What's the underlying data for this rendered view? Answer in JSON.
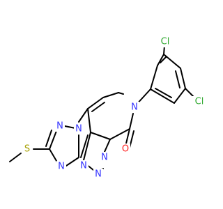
{
  "colors": {
    "carbon_bond": "#000000",
    "nitrogen": "#3333ff",
    "oxygen": "#ff2020",
    "sulfur": "#a6a000",
    "chlorine": "#2ea82e",
    "background": "#ffffff"
  },
  "atoms": [
    {
      "id": "Cl1",
      "label": "Cl",
      "element": "chlorine"
    },
    {
      "id": "Cl2",
      "label": "Cl",
      "element": "chlorine"
    },
    {
      "id": "N7",
      "label": "N",
      "element": "nitrogen"
    },
    {
      "id": "O",
      "label": "O",
      "element": "oxygen"
    },
    {
      "id": "N1a",
      "label": "N",
      "element": "nitrogen"
    },
    {
      "id": "N1b",
      "label": "N",
      "element": "nitrogen"
    },
    {
      "id": "N2",
      "label": "N",
      "element": "nitrogen"
    },
    {
      "id": "N3",
      "label": "N",
      "element": "nitrogen"
    },
    {
      "id": "N4",
      "label": "N",
      "element": "nitrogen"
    },
    {
      "id": "N5",
      "label": "N",
      "element": "nitrogen"
    },
    {
      "id": "S",
      "label": "S",
      "element": "sulfur"
    }
  ]
}
